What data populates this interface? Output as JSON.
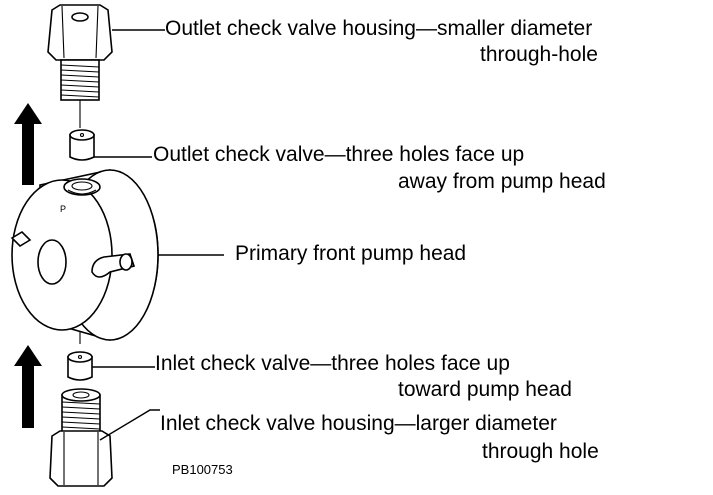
{
  "labels": {
    "outlet_housing_line1": "Outlet check valve housing—smaller diameter",
    "outlet_housing_line2": "through-hole",
    "outlet_valve_line1": "Outlet check valve—three holes face up",
    "outlet_valve_line2": "away from pump head",
    "pump_head": "Primary front pump head",
    "inlet_valve_line1": "Inlet check valve—three holes face up",
    "inlet_valve_line2": "toward pump head",
    "inlet_housing_line1": "Inlet check valve housing—larger diameter",
    "inlet_housing_line2": "through hole"
  },
  "figure_id": "PB100753",
  "colors": {
    "ink": "#000000",
    "background": "#ffffff"
  },
  "icons": [
    "up-arrow-icon",
    "up-arrow-icon"
  ]
}
